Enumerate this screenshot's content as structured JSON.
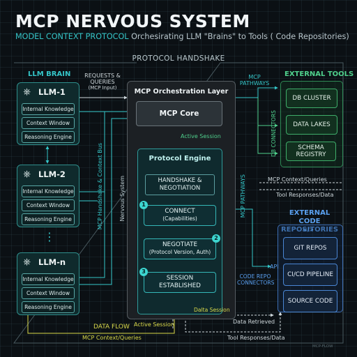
{
  "header": {
    "title": "MCP NERVOUS SYSTEM",
    "subtitle_highlight": "MODEL CONTEXT PROTOCOL",
    "subtitle_rest": "Orchesirating LLM \"Brains\" to Tools  ( Code Repositories)"
  },
  "protocol_handshake": "PROTOCOL HANDSHAKE",
  "llm_brain": {
    "heading": "LLM BRAIN",
    "llms": [
      {
        "name": "LLM-1",
        "items": [
          "Internal Knowledge",
          "Context Window",
          "Reasoning Engine"
        ]
      },
      {
        "name": "LLM-2",
        "items": [
          "Internal Knowledge",
          "Context Window",
          "Reasoning Engine"
        ]
      },
      {
        "name": "LLM-n",
        "items": [
          "Internal Knowledge",
          "Context Window",
          "Reasoning Engine"
        ]
      }
    ],
    "ellipsis": "⋮"
  },
  "labels": {
    "requests_line1": "REQUESTS &",
    "requests_line2": "QUERIES",
    "requests_line3": "(MCP Input)",
    "bus": "MCP Handshake & Context Bus",
    "nervous_system": "Nervous System",
    "mcp_pathways_top_1": "MCP",
    "mcp_pathways_top_2": "PATHWAYS",
    "mcp_pathways_vert": "MCP PATHWAYS",
    "db_connectors": "DB CONNECTORS",
    "mcp_context_queries_right": "MCP Context/Queries",
    "tool_responses_right": "Tool Responses/Data",
    "code_repo_connectors_1": "CODE REPO",
    "code_repo_connectors_2": "CONNECTORS",
    "api": "API",
    "data_flow": "DATA FLOW",
    "active_session_bottom": "Active Session",
    "mcp_context_queries_bottom": "MCP Context/Queries",
    "data_session": "Dalta Session",
    "data_retrieved": "Data Retrieved",
    "tool_responses_bottom": "Tool Responses/Data",
    "watermark": "MCP-FLOW"
  },
  "orchestration": {
    "title": "MCP Orchestration Layer",
    "core": "MCP Core",
    "active_session": "Active Session",
    "engine_title": "Protocol Engine",
    "handshake_1": "HANDSHAKE &",
    "handshake_2": "NEGOTIATION",
    "steps": [
      {
        "num": "1",
        "line1": "CONNECT",
        "line2": "(Capabilities)"
      },
      {
        "num": "2",
        "line1": "NEGOTIATE",
        "line2": "(Protocol Version, Auth)"
      },
      {
        "num": "3",
        "line1": "SESSION",
        "line2": "ESTABLISHED"
      }
    ]
  },
  "external_tools": {
    "heading": "EXTERNAL TOOLS",
    "items": [
      "DB CLUSTER",
      "DATA LAKES",
      "SCHEMA REGISTRY"
    ]
  },
  "external_code": {
    "heading_1": "EXTERNAL CODE",
    "heading_2": "REPOSITORIES",
    "code_icon": "</>",
    "items": [
      "GIT REPOS",
      "CI/CD PIPELINE",
      "SOURCE CODE"
    ]
  },
  "colors": {
    "teal": "#35c6c9",
    "green": "#4fd08c",
    "blue": "#5aa0f0",
    "yellow": "#d9d94a",
    "background": "#0b1014"
  },
  "icons": [
    "openai-knot-icon",
    "code-brackets-icon"
  ]
}
